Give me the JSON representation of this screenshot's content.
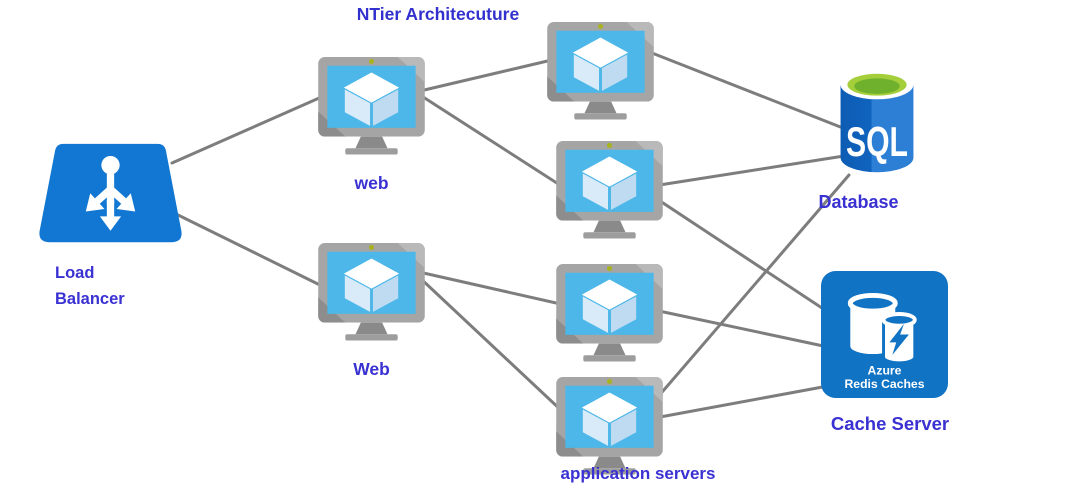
{
  "title": "NTier Architecuture",
  "nodes": {
    "load_balancer": {
      "label": "Load Balancer",
      "type": "azure-load-balancer"
    },
    "web_1": {
      "label": "web",
      "type": "azure-vm"
    },
    "web_2": {
      "label": "Web",
      "type": "azure-vm"
    },
    "app_1": {
      "type": "azure-vm"
    },
    "app_2": {
      "type": "azure-vm"
    },
    "app_3": {
      "type": "azure-vm"
    },
    "app_4": {
      "type": "azure-vm"
    },
    "app_group": {
      "label": "application servers"
    },
    "database": {
      "label": "Database",
      "icon_text": "SQL",
      "type": "azure-sql-database"
    },
    "cache": {
      "label": "Cache Server",
      "icon_line1": "Azure",
      "icon_line2": "Redis Caches",
      "type": "azure-redis-cache"
    }
  },
  "edges": [
    {
      "from": "load_balancer",
      "to": "web_1"
    },
    {
      "from": "load_balancer",
      "to": "web_2"
    },
    {
      "from": "web_1",
      "to": "app_1"
    },
    {
      "from": "web_1",
      "to": "app_2"
    },
    {
      "from": "web_2",
      "to": "app_3"
    },
    {
      "from": "web_2",
      "to": "app_4"
    },
    {
      "from": "app_1",
      "to": "database"
    },
    {
      "from": "app_2",
      "to": "database"
    },
    {
      "from": "app_2",
      "to": "cache"
    },
    {
      "from": "app_3",
      "to": "cache"
    },
    {
      "from": "app_4",
      "to": "database"
    },
    {
      "from": "app_4",
      "to": "cache"
    }
  ],
  "colors": {
    "title_text": "#3231ce",
    "label_text": "#3a31d2",
    "connector": "#7d7d7d",
    "load_balancer_blue": "#1277d2",
    "vm_frame_gray": "#a5a5a5",
    "vm_screen_blue": "#4cb7e8",
    "sql_body_blue_left": "#0d5cb4",
    "sql_body_blue_right": "#2d7fd6",
    "sql_top_green_ring": "#a4cf3a",
    "sql_top_green_inner": "#6fb12c",
    "redis_tile_blue": "#1173c4"
  }
}
